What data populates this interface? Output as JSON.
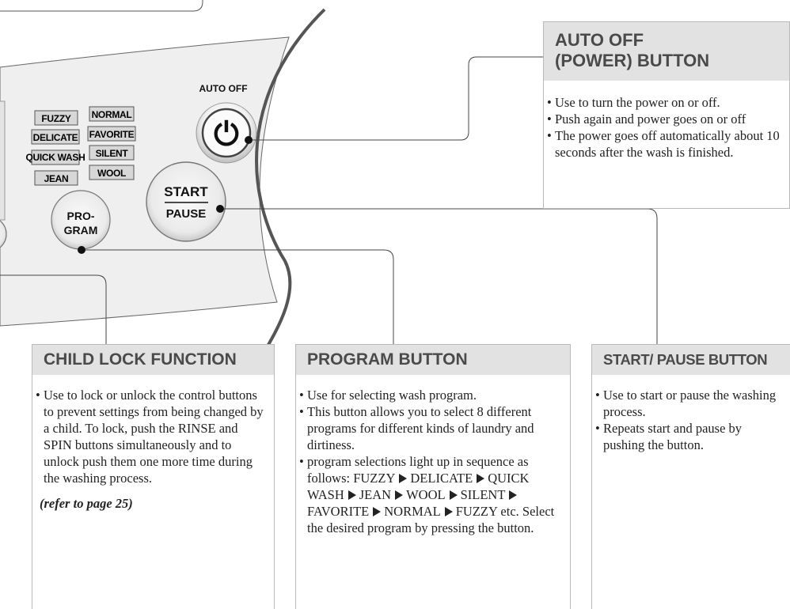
{
  "panel": {
    "auto_off_label": "AUTO OFF",
    "power_symbol": "⏻",
    "start_button": {
      "line1": "START",
      "line2": "PAUSE"
    },
    "program_button": {
      "line1": "PRO-",
      "line2": "GRAM"
    },
    "programs": [
      "FUZZY",
      "NORMAL",
      "DELICATE",
      "FAVORITE",
      "QUICK WASH",
      "SILENT",
      "JEAN",
      "WOOL"
    ]
  },
  "auto_off": {
    "title_line1": "AUTO OFF",
    "title_line2": "(POWER) BUTTON",
    "items": [
      "Use to turn the power on or off.",
      "Push again and power goes on or off",
      "The power goes off automatically about 10 seconds after the wash is finished."
    ]
  },
  "child_lock": {
    "title": "CHILD LOCK FUNCTION",
    "item": "Use to lock or unlock the control buttons to prevent settings from being changed by a child. To lock, push the RINSE and SPIN buttons simultaneously and to unlock push them one more time during the washing process.",
    "note": "(refer to page 25)"
  },
  "program": {
    "title": "PROGRAM BUTTON",
    "items": [
      "Use for selecting wash program.",
      "This button allows you to  select 8 different  programs for  different kinds  of laundry and dirtiness."
    ],
    "sequence_intro": "program selections light up in sequence as follows:",
    "sequence": [
      "FUZZY",
      "DELICATE",
      "QUICK WASH",
      "JEAN",
      "WOOL",
      "SILENT",
      "FAVORITE",
      "NORMAL",
      "FUZZY etc."
    ],
    "sequence_outro": "Select the desired program by pressing the button."
  },
  "start_pause": {
    "title": "START/ PAUSE BUTTON",
    "items": [
      "Use to start or pause the washing process.",
      "Repeats start and pause by pushing the button."
    ]
  },
  "colors": {
    "box_header": "#e2e2e2",
    "panel_bg": "#efefef",
    "border": "#b9b9b9"
  }
}
